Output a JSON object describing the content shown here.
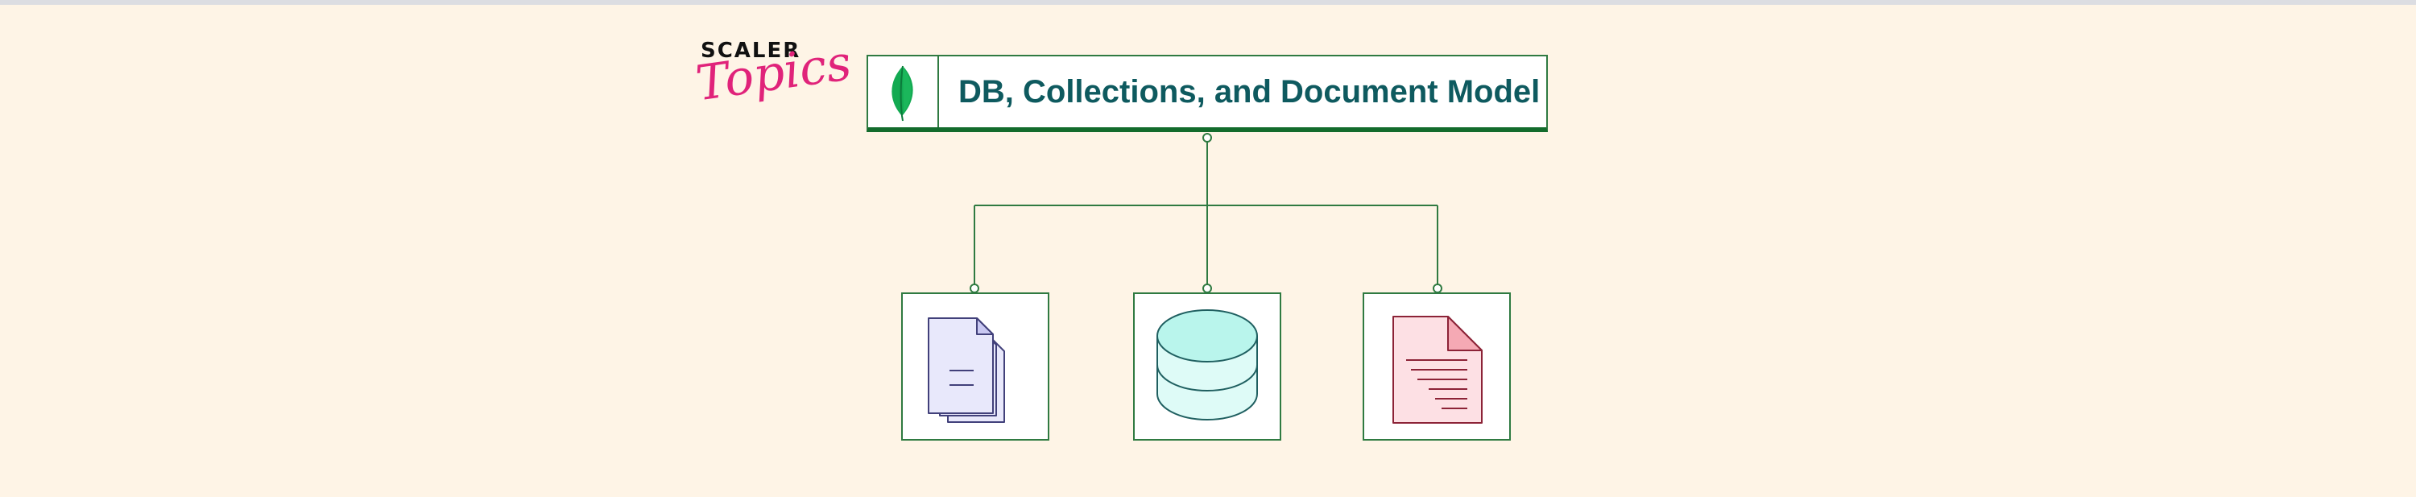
{
  "logo": {
    "top_text": "SCALER",
    "bottom_text": "Topics"
  },
  "title": {
    "text": "DB, Collections, and Document Model",
    "icon": "mongodb-leaf-icon"
  },
  "nodes": [
    {
      "icon": "documents-icon"
    },
    {
      "icon": "database-icon"
    },
    {
      "icon": "document-icon"
    }
  ],
  "colors": {
    "background": "#fef4e6",
    "border_green": "#2f7a41",
    "title_text": "#0e5a5f",
    "leaf_green": "#13aa52",
    "documents_fill": "#e8e8fb",
    "database_fill": "#b9f5ec",
    "document_fill": "#fde0e4"
  }
}
